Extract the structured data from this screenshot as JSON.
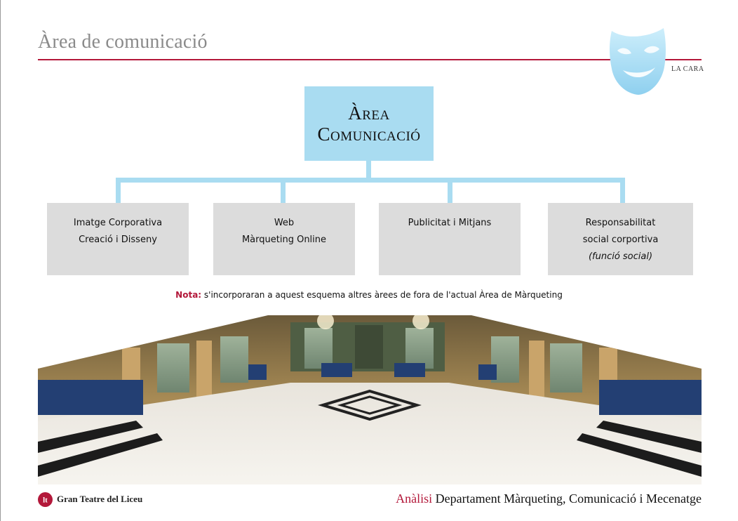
{
  "header": {
    "title": "Àrea de comunicació",
    "brand_label": "LA CARA"
  },
  "org_chart": {
    "top_box": {
      "line1": "Àrea",
      "line2": "Comunicació"
    },
    "sub_boxes": [
      {
        "line1": "Imatge Corporativa",
        "line2": "Creació i Disseny"
      },
      {
        "line1": "Web",
        "line2": "Màrqueting Online"
      },
      {
        "line1": "Publicitat i Mitjans"
      },
      {
        "line1": "Responsabilitat",
        "line2": "social corportiva",
        "line3": "(funció social)"
      }
    ]
  },
  "note": {
    "label": "Nota:",
    "text": " s'incorporaran a aquest esquema altres àrees de fora de l'actual Àrea de Màrqueting"
  },
  "footer": {
    "logo_mark": "lt",
    "organization": "Gran Teatre del Liceu",
    "accent": "Anàlisi",
    "text": " Departament Màrqueting, Comunicació i Mecenatge"
  },
  "colors": {
    "accent_red": "#b3183a",
    "light_blue": "#a9dcf1",
    "box_grey": "#dcdcdc",
    "title_grey": "#8a8a8a"
  },
  "icons": {
    "mask": "theatre-mask-icon",
    "logo": "liceu-logo-icon",
    "photo": "hall-photo"
  }
}
